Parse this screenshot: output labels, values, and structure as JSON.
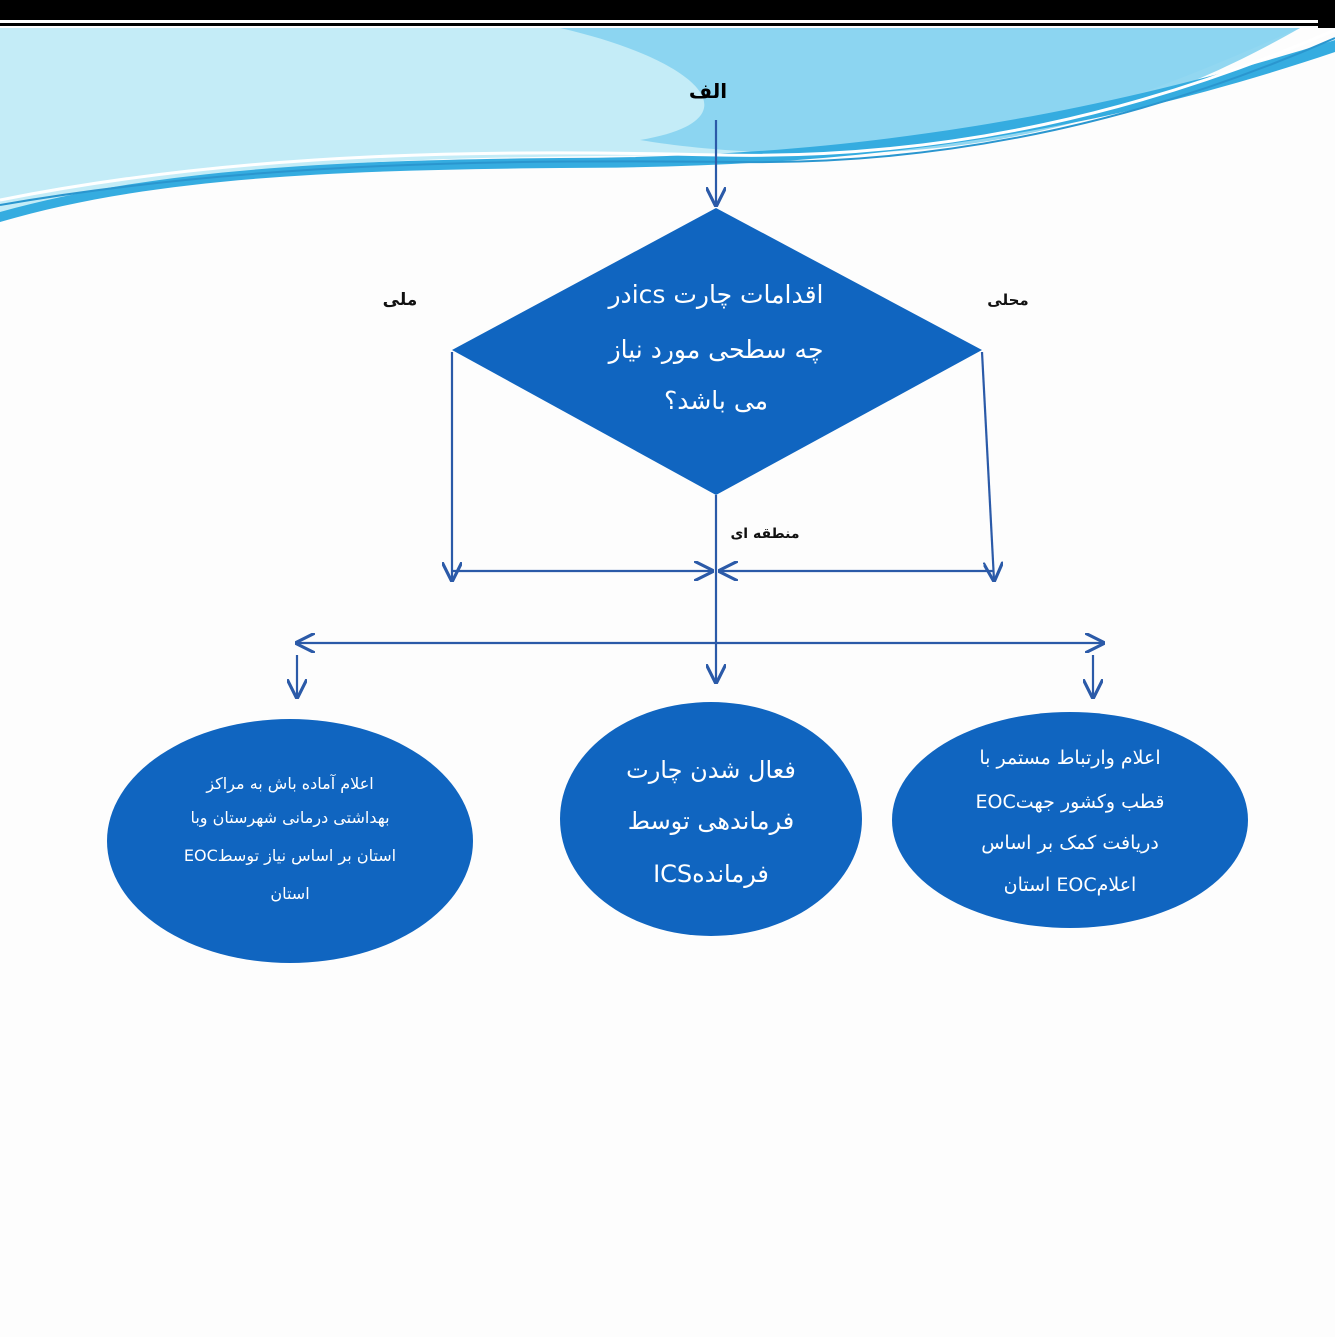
{
  "header": {
    "top_letter": "الف",
    "colors": {
      "bar": "#000000",
      "wave_light": "#bfe8f5",
      "wave_mid": "#7fd0ee",
      "wave_dark": "#2fa9da"
    }
  },
  "diagram": {
    "decision": {
      "lines": [
        "اقدامات چارت icsدر",
        "چه سطحی مورد نیاز",
        "می باشد؟"
      ],
      "fill": "#1065c0"
    },
    "branch_labels": {
      "national": "ملی",
      "local": "محلی",
      "regional": "منطقه ای"
    },
    "actions": [
      {
        "id": "left",
        "lines": [
          "اعلام آماده باش به مراکز",
          "بهداشتی درمانی شهرستان وبا",
          "استان بر اساس نیاز توسطEOC",
          "استان"
        ]
      },
      {
        "id": "center",
        "lines": [
          "فعال شدن چارت",
          "فرماندهی توسط",
          "فرماندهICS"
        ]
      },
      {
        "id": "right",
        "lines": [
          "اعلام وارتباط مستمر با",
          "EOCقطب وکشور جهت",
          "دریافت کمک بر اساس",
          "اعلامEOC استان"
        ]
      }
    ],
    "colors": {
      "shape": "#1065c0",
      "arrow": "#2b5aa8"
    }
  }
}
